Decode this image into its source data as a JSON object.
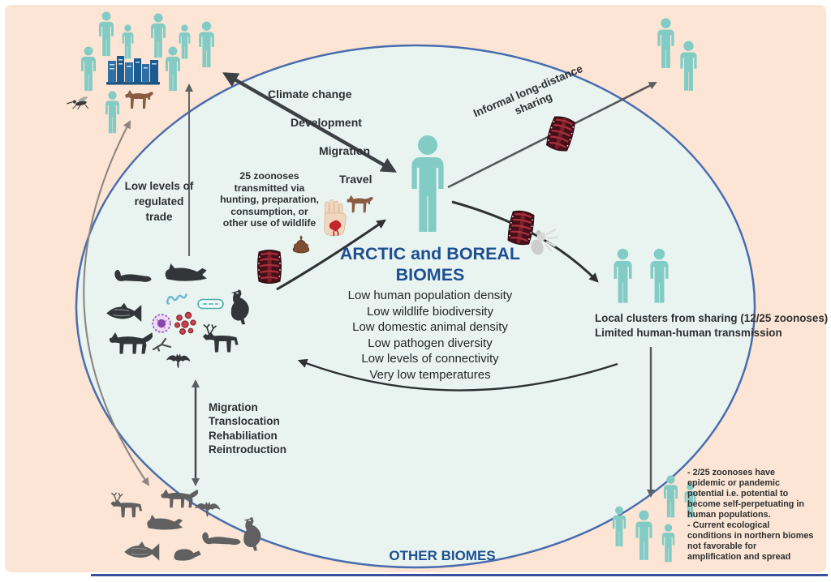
{
  "figure": {
    "background_color": "#fce5d4",
    "biome_fill_color": "#e9f4f1",
    "biome_border_color": "#4a6cae",
    "person_color": "#83ccc5",
    "accent_blue": "#1d4f91"
  },
  "arctic": {
    "title": "ARCTIC and BOREAL\nBIOMES",
    "traits": "Low human population density\nLow wildlife biodiversity\nLow domestic animal density\nLow pathogen diversity\nLow levels of connectivity\nVery low temperatures"
  },
  "other_biomes_label": "OTHER BIOMES",
  "labels": {
    "climate_lines": [
      "Climate change",
      "Development",
      "Migration",
      "Travel"
    ],
    "informal_sharing": "Informal long-distance\nsharing",
    "regulated_trade": "Low levels of\nregulated\ntrade",
    "zoonoses_transmission": "25 zoonoses\ntransmitted via\nhunting, preparation,\nconsumption, or\nother use of wildlife",
    "wildlife_movement": "Migration\nTranslocation\nRehabiliation\nReintroduction",
    "local_clusters": "Local clusters from sharing (12/25 zoonoses)\nLimited human-human transmission",
    "epidemic_note": "- 2/25 zoonoses have\nepidemic or pandemic\npotential i.e. potential to\nbecome self-perpetuating in\nhuman populations.\n- Current ecological\nconditions in northern biomes\nnot favorable for\namplification and spread"
  },
  "icons": {
    "person": "human silhouette",
    "city": "urban buildings",
    "mosquito": "mosquito vector",
    "dog": "domestic dog",
    "meat": "harvested meat / ribs",
    "hand-wound": "hand with blood",
    "poop": "feces",
    "worm": "parasitic worm",
    "bacterium": "bacterium capsule",
    "protozoan": "protozoan cell",
    "virus": "virus particles",
    "bone-branch": "bone fragment",
    "sneezing-rodent": "sneezing rodent",
    "wildlife": "seal, mink, fish, wolf, goose, deer, bat, beaver silhouettes"
  }
}
